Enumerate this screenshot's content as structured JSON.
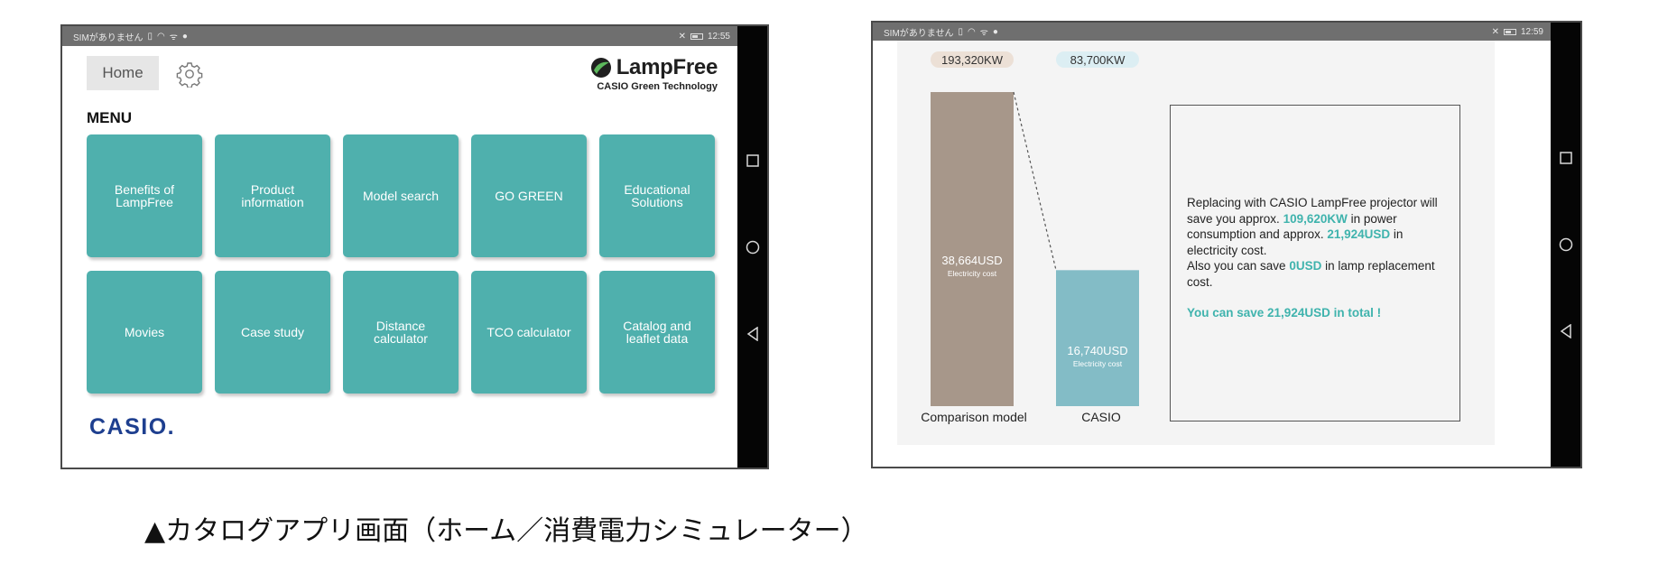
{
  "left_screen": {
    "status_bar": {
      "carrier": "SIMがありません",
      "time": "12:55"
    },
    "home_label": "Home",
    "brand": {
      "name": "LampFree",
      "subtitle": "CASIO Green Technology"
    },
    "menu_title": "MENU",
    "tiles": [
      "Benefits of\nLampFree",
      "Product\ninformation",
      "Model search",
      "GO GREEN",
      "Educational\nSolutions",
      "Movies",
      "Case study",
      "Distance\ncalculator",
      "TCO calculator",
      "Catalog and\nleaflet data"
    ],
    "footer_logo": "CASIO."
  },
  "right_screen": {
    "status_bar": {
      "carrier": "SIMがありません",
      "time": "12:59"
    },
    "chart_data": {
      "type": "bar",
      "categories": [
        "Comparison model",
        "CASIO"
      ],
      "power_labels": [
        "193,320KW",
        "83,700KW"
      ],
      "values": [
        38664,
        16740
      ],
      "value_labels": [
        "38,664USD",
        "16,740USD"
      ],
      "sub_label": "Electricity cost",
      "colors": [
        "#a7978a",
        "#83bcc6"
      ]
    },
    "message": {
      "line1": "Replacing with CASIO LampFree projector will save you approx. ",
      "power_saving": "109,620KW",
      "line2": " in power consumption and approx. ",
      "cost_saving": "21,924USD",
      "line3": " in electricity cost.",
      "line4": "Also you can save ",
      "lamp_saving": "0USD",
      "line5": " in lamp replacement cost.",
      "total": "You can save 21,924USD in total !"
    }
  },
  "caption": "▲カタログアプリ画面（ホーム／消費電力シミュレーター）",
  "colors": {
    "tile": "#4fb0ad",
    "highlight": "#3fb3ad",
    "casio_blue": "#1e3f8f"
  }
}
